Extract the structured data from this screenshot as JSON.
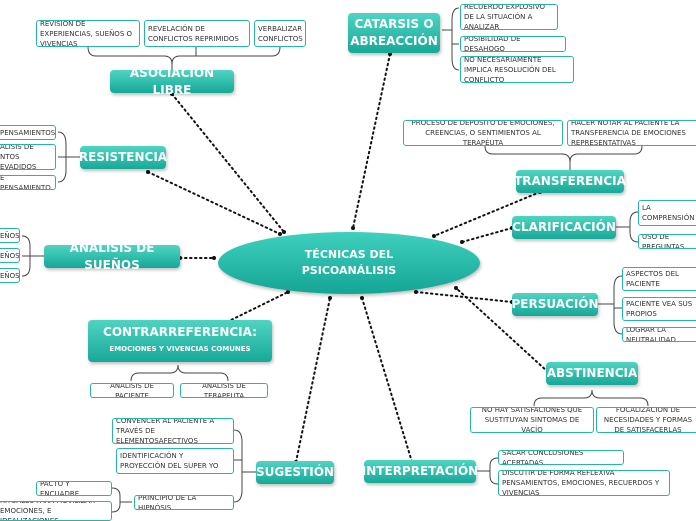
{
  "center": {
    "line1": "TÉCNICAS DEL",
    "line2": "PSICOANÁLISIS"
  },
  "topics": {
    "catarsis": {
      "line1": "CATARSIS O",
      "line2": "ABREACCIÓN"
    },
    "asociacion": "ASOCIACIÓN LIBRE",
    "resistencia": "RESISTENCIA",
    "suenos": "ANÁLISIS DE SUEÑOS",
    "contra": {
      "title": "CONTRARREFERENCIA:",
      "subtitle": "EMOCIONES Y VIVENCIAS COMUNES"
    },
    "sugestion": "SUGESTIÓN",
    "interpretacion": "INTERPRETACIÓN",
    "abstinencia": "ABSTINENCIA",
    "persuasion": "PERSUACIÓN",
    "clarificacion": "CLARIFICACIÓN",
    "transferencia": "TRANSFERENCIA"
  },
  "leaves": {
    "asoc1": "REVISIÓN DE EXPERIENCIAS, SUEÑOS O VIVENCIAS",
    "asoc2": "REVELACIÓN DE CONFLICTOS REPRIMIDOS",
    "asoc3": "VERBALIZAR CONFLICTOS",
    "cat1": "RECUERDO EXPLOSIVO DE LA SITUACIÓN A ANALIZAR",
    "cat2": "POSIBILIDAD DE DESAHOGO",
    "cat3": "NO NECESARIAMENTE IMPLICA RESOLUCIÓN DEL CONFLICTO",
    "res1": "PENSAMIENTOS",
    "res2": "ÁLISIS DE NTOS EVADIDOS",
    "res3": "E PENSAMIENTO",
    "sue1": "EÑOS",
    "sue2": "EÑOS",
    "sue3": "EÑOS",
    "con1": "ANÁLISIS DE PACIENTE",
    "con2": "ANÁLISIS DE TERAPEUTA",
    "sug1": "CONVENCER AL PACIENTE A TRAVÉS DE ELEMENTOSAFECTIVOS",
    "sug2": "IDENTIFICACIÓN Y PROYECCIÓN DEL SUPER YO",
    "sug3": "PRINCIPIO DE LA HIPNÓSIS",
    "sug4": "PACTO Y ENCUADRE",
    "sug5": "RITUALES PARA MOVILIZAR EMOCIONES, E IDEALIZACIONES",
    "int1": "SACAR CONCLUSIONES ACERTADAS",
    "int2": "DISCUTIR DE FORMA REFLEXIVA PENSAMIENTOS, EMOCIONES, RECUERDOS Y VIVENCIAS",
    "abs1": "NO HAY SATISFACIONES QUE SUSTITUYAN SINTOMAS DE VACÍO",
    "abs2": "FOCALIZACIÓN DE NECESIDADES Y FORMAS DE SATISFACERLAS",
    "per1": "ENTENDER ASPECTOS DEL PACIENTE PARATRASMITIR",
    "per2": "LOGRAR QUE EL PACIENTE VEA SUS PROPIOS PROCESOS",
    "per3": "LOGRAR LA NEUTRALIDAD",
    "cla1": "COMPROBAR LA COMPRENSIÓN DEL PACIENTE",
    "cla2": "USO DE PREGUNTAS",
    "tra1": "PROCESO DE DEPOSITO DE EMOCIONES, CREENCIAS, O SENTIMIENTOS AL TERAPÉUTA",
    "tra2": "HACER NOTAR AL PACIENTE LA TRANSFERENCIA DE EMOCIONES REPRESENTATIVAS"
  },
  "colors": {
    "topic": "#17a898",
    "central": "#14a595",
    "leaf_border": "#29b5a4",
    "dotted": "#111111",
    "bracket": "#444444"
  }
}
